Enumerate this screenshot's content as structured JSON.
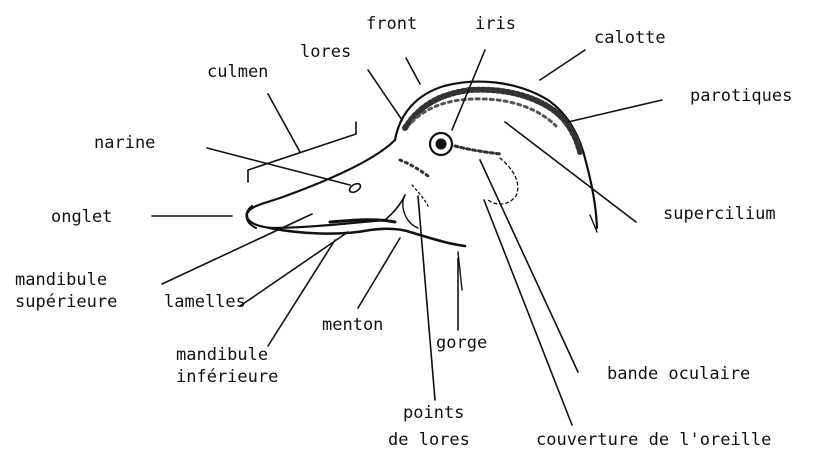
{
  "labels": {
    "front": "front",
    "iris": "iris",
    "calotte": "calotte",
    "lores": "lores",
    "culmen": "culmen",
    "parotiques": "parotiques",
    "narine": "narine",
    "supercilium": "supercilium",
    "onglet": "onglet",
    "mandibule_superieure_1": "mandibule",
    "mandibule_superieure_2": "supérieure",
    "lamelles": "lamelles",
    "menton": "menton",
    "mandibule_inferieure_1": "mandibule",
    "mandibule_inferieure_2": "inférieure",
    "gorge": "gorge",
    "bande_oculaire": "bande oculaire",
    "points_de_lores_1": "points",
    "points_de_lores_2": "de lores",
    "couverture_oreille": "couverture de l'oreille"
  }
}
